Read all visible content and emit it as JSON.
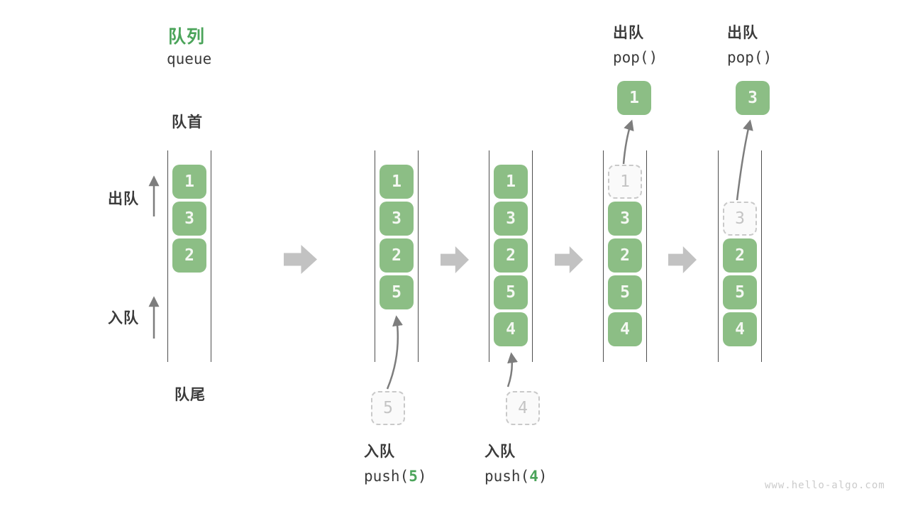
{
  "title": {
    "zh": "队列",
    "en": "queue"
  },
  "side_labels": {
    "front": "队首",
    "rear": "队尾",
    "dequeue": "出队",
    "enqueue": "入队"
  },
  "stages": [
    {
      "items": [
        "1",
        "3",
        "2"
      ]
    },
    {
      "items": [
        "1",
        "3",
        "2",
        "5"
      ],
      "ghost": "5"
    },
    {
      "items": [
        "1",
        "3",
        "2",
        "5",
        "4"
      ],
      "ghost": "4"
    },
    {
      "items": [
        "3",
        "2",
        "5",
        "4"
      ],
      "ghost": "1",
      "popped": "1"
    },
    {
      "items": [
        "2",
        "5",
        "4"
      ],
      "ghost": "3",
      "popped": "3"
    }
  ],
  "operations": {
    "push": [
      {
        "label": "入队",
        "fn_open": "push(",
        "arg": "5",
        "fn_close": ")"
      },
      {
        "label": "入队",
        "fn_open": "push(",
        "arg": "4",
        "fn_close": ")"
      }
    ],
    "pop": [
      {
        "label": "出队",
        "fn": "pop()"
      },
      {
        "label": "出队",
        "fn": "pop()"
      }
    ]
  },
  "watermark": "www.hello-algo.com",
  "colors": {
    "accent_green": "#4ba45a",
    "box_green": "#8cbe85",
    "ghost_gray": "#c4c4c4",
    "rail_gray": "#4e4e4e",
    "arrow_gray": "#7d7d7d",
    "block_arrow_gray": "#c2c2c2",
    "text_dark": "#3b3b3b",
    "watermark_gray": "#cbcbcb"
  }
}
